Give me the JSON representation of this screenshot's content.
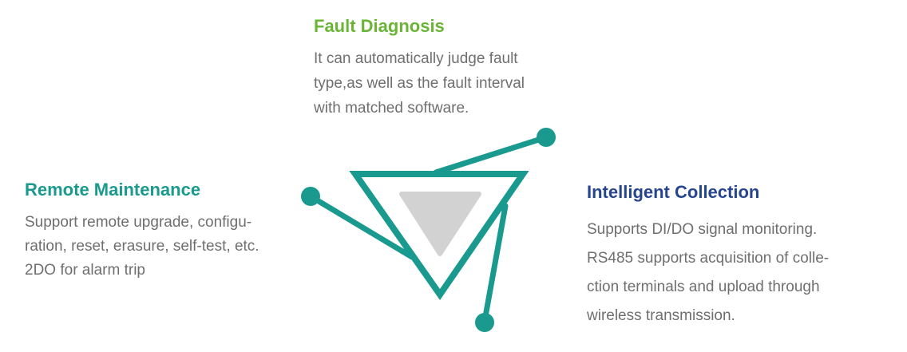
{
  "colors": {
    "teal": "#1a9a8e",
    "green": "#6ab536",
    "navy": "#26458f",
    "gray_text": "#6f6f6f",
    "gray_triangle": "#d2d2d2"
  },
  "features": {
    "fault_diagnosis": {
      "title": "Fault Diagnosis",
      "lines": [
        "It can automatically judge fault",
        "type,as well as the fault interval",
        "with matched software."
      ]
    },
    "remote_maintenance": {
      "title": "Remote Maintenance",
      "lines": [
        "Support remote upgrade, configu-",
        "ration, reset, erasure, self-test, etc.",
        "2DO for alarm trip"
      ]
    },
    "intelligent_collection": {
      "title": "Intelligent Collection",
      "lines": [
        "Supports DI/DO signal monitoring.",
        "RS485 supports acquisition of colle-",
        "ction terminals and upload through",
        "wireless transmission."
      ]
    }
  }
}
